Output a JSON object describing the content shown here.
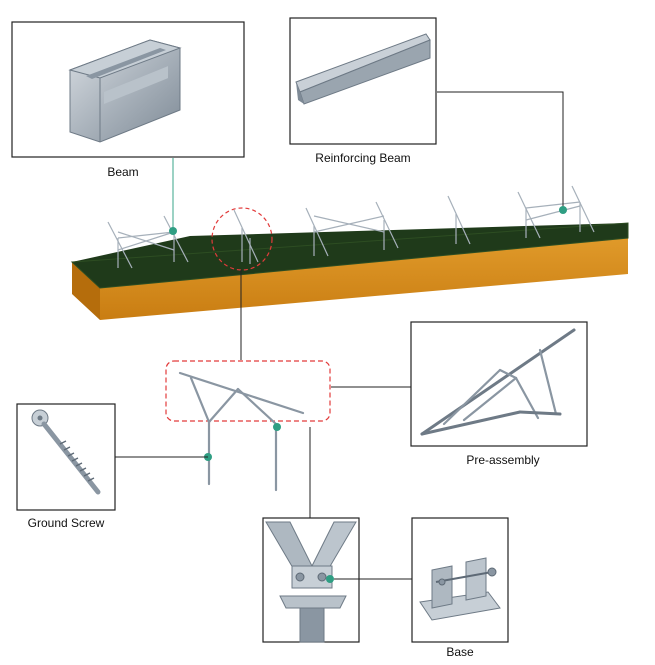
{
  "labels": {
    "beam": "Beam",
    "reinforcing_beam": "Reinforcing Beam",
    "pre_assembly": "Pre-assembly",
    "ground_screw": "Ground Screw",
    "base": "Base"
  },
  "colors": {
    "soil": "#d98e1c",
    "grass": "#1f3a1a",
    "steel": "#8a96a2",
    "highlight_dash": "#e23b3b",
    "pointer": "#2f9e83"
  }
}
